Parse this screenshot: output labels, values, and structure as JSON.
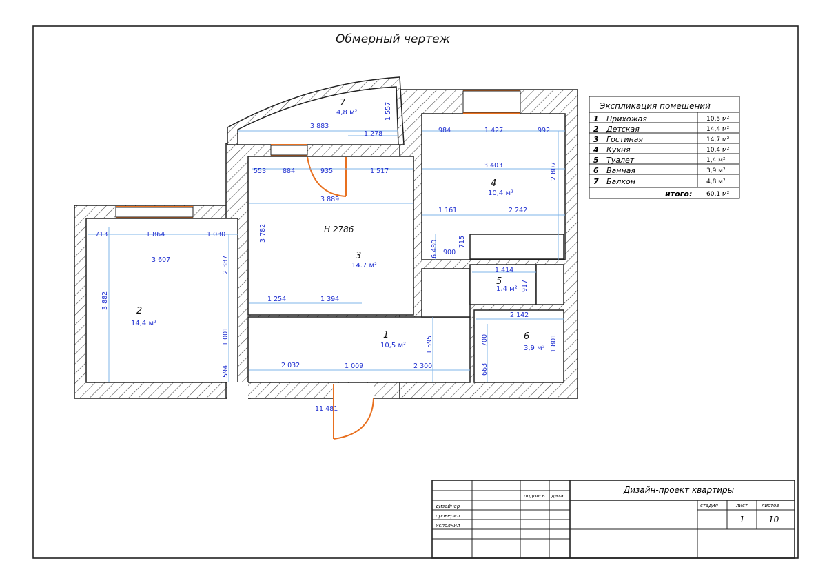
{
  "title": "Обмерный чертеж",
  "ceiling_height": "H 2786",
  "rooms": [
    {
      "num": "2",
      "area": "14,4 м²"
    },
    {
      "num": "3",
      "area": "14.7 м²"
    },
    {
      "num": "4",
      "area": "10,4 м²"
    },
    {
      "num": "5",
      "area": "1,4 м²"
    },
    {
      "num": "6",
      "area": "3,9 м²"
    },
    {
      "num": "7",
      "area": "4,8 м²"
    },
    {
      "num": "1",
      "area": "10,5 м²"
    }
  ],
  "dimensions": {
    "balcony": [
      "3 883",
      "1 278",
      "1 557"
    ],
    "room3_top": [
      "553",
      "884",
      "935",
      "1 517"
    ],
    "room3_width": "3 889",
    "room3_height": "3 782",
    "room3_bottom": [
      "1 254",
      "1 394"
    ],
    "room2_top": [
      "713",
      "1 864",
      "1 030"
    ],
    "room2_width": "3 607",
    "room2_height": "3 882",
    "room2_right": [
      "2 387",
      "1 001",
      "594"
    ],
    "room4_top": [
      "984",
      "1 427",
      "992"
    ],
    "room4_width": "3 403",
    "room4_height": "2 807",
    "room4_bottom": [
      "1 161",
      "2 242"
    ],
    "room4_misc": [
      "6 480",
      "900",
      "715"
    ],
    "room5": [
      "1 414",
      "917"
    ],
    "room6": [
      "2 142",
      "700",
      "663",
      "1 801"
    ],
    "hall": [
      "2 032",
      "1 009",
      "2 300",
      "1 595"
    ],
    "entry": "11 481"
  },
  "explication": {
    "title": "Экспликация помещений",
    "rows": [
      {
        "n": "1",
        "name": "Прихожая",
        "area": "10,5 м²"
      },
      {
        "n": "2",
        "name": "Детская",
        "area": "14,4 м²"
      },
      {
        "n": "3",
        "name": "Гостиная",
        "area": "14,7 м²"
      },
      {
        "n": "4",
        "name": "Кухня",
        "area": "10,4 м²"
      },
      {
        "n": "5",
        "name": "Туалет",
        "area": "1,4 м²"
      },
      {
        "n": "6",
        "name": "Ванная",
        "area": "3,9 м²"
      },
      {
        "n": "7",
        "name": "Балкон",
        "area": "4,8 м²"
      }
    ],
    "total_label": "итого:",
    "total_value": "60,1 м²"
  },
  "stamp": {
    "project": "Дизайн-проект квартиры",
    "podpis": "подпись",
    "data": "дата",
    "roles": [
      "дизайнер",
      "проверил",
      "исполнил"
    ],
    "stadiya": "стадия",
    "list": "лист",
    "listov": "листов",
    "list_value": "1",
    "listov_value": "10"
  }
}
